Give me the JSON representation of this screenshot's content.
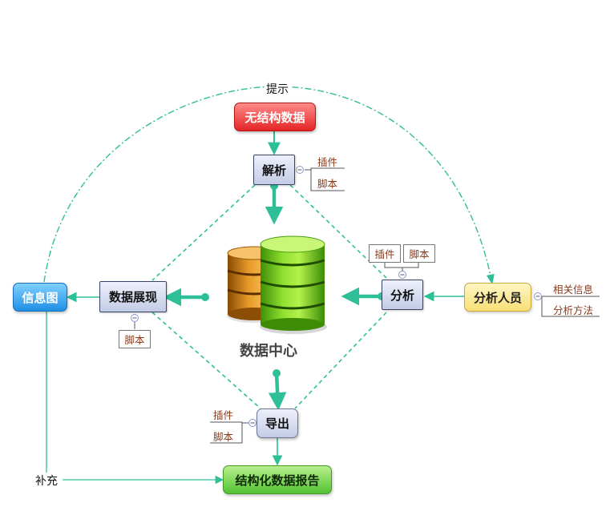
{
  "nodes": {
    "unstructured": "无结构数据",
    "parse": "解析",
    "analyze": "分析",
    "display": "数据展现",
    "infographic": "信息图",
    "analyst": "分析人员",
    "export": "导出",
    "report": "结构化数据报告",
    "data_center": "数据中心"
  },
  "leaves": {
    "parse_plugin": "插件",
    "parse_script": "脚本",
    "analyze_plugin": "插件",
    "analyze_script": "脚本",
    "display_script": "脚本",
    "analyst_related": "相关信息",
    "analyst_method": "分析方法",
    "export_plugin": "插件",
    "export_script": "脚本"
  },
  "labels": {
    "hint": "提示",
    "supplement": "补充"
  },
  "colors": {
    "connector": "#2fbf98",
    "dashed": "#2fbf98"
  }
}
